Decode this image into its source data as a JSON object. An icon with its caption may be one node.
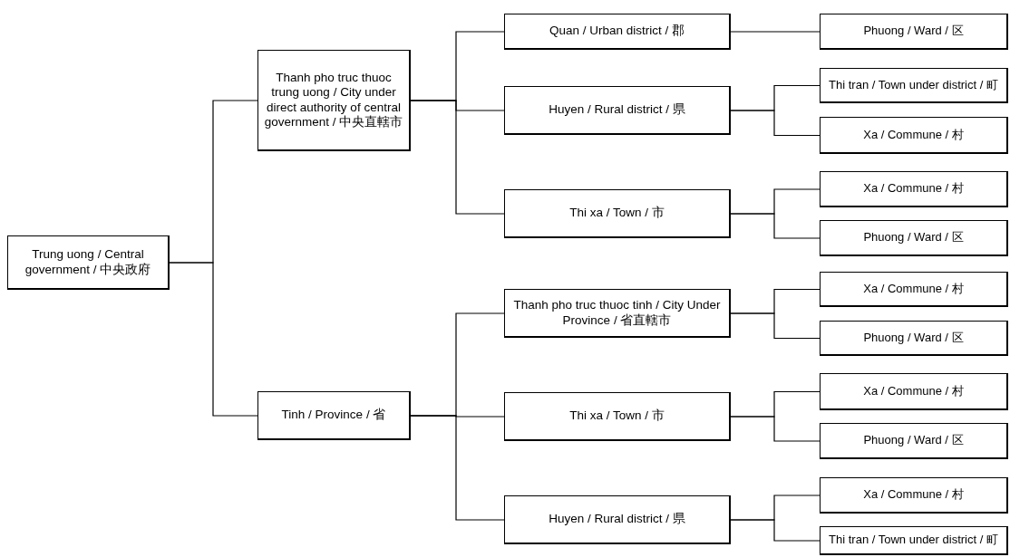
{
  "diagram": {
    "nodes": [
      {
        "text": [
          "Trung uong / Central government / 中央政府"
        ]
      },
      {
        "text": [
          "Thanh pho truc thuoc trung uong / City under direct authority of central government / 中央直轄市"
        ]
      },
      {
        "text": [
          "Tinh / Province / 省"
        ]
      },
      {
        "text": [
          "Quan / Urban district / 郡"
        ]
      },
      {
        "text": [
          "Huyen / Rural district / 県"
        ]
      },
      {
        "text": [
          "Thi xa / Town / 市"
        ]
      },
      {
        "text": [
          "Thanh pho truc thuoc tinh / City Under Province / 省直轄市"
        ]
      },
      {
        "text": [
          "Thi xa / Town / 市"
        ]
      },
      {
        "text": [
          "Huyen / Rural district / 県"
        ]
      },
      {
        "text": [
          "Phuong / Ward / 区"
        ]
      },
      {
        "text": [
          "Thi tran / Town under district / 町"
        ]
      },
      {
        "text": [
          "Xa / Commune / 村"
        ]
      },
      {
        "text": [
          "Xa / Commune / 村"
        ]
      },
      {
        "text": [
          "Phuong / Ward / 区"
        ]
      },
      {
        "text": [
          "Xa / Commune / 村"
        ]
      },
      {
        "text": [
          "Phuong / Ward / 区"
        ]
      },
      {
        "text": [
          "Xa / Commune / 村"
        ]
      },
      {
        "text": [
          "Phuong / Ward / 区"
        ]
      },
      {
        "text": [
          "Xa / Commune / 村"
        ]
      },
      {
        "text": [
          "Thi tran / Town under district / 町"
        ]
      }
    ],
    "edges": [
      {
        "from": 0,
        "to": 1,
        "arrow": "none"
      },
      {
        "from": 0,
        "to": 2,
        "arrow": "none"
      },
      {
        "from": 1,
        "to": 3,
        "arrow": "none"
      },
      {
        "from": 1,
        "to": 4,
        "arrow": "none"
      },
      {
        "from": 1,
        "to": 5,
        "arrow": "none"
      },
      {
        "from": 2,
        "to": 6,
        "arrow": "none"
      },
      {
        "from": 2,
        "to": 7,
        "arrow": "none"
      },
      {
        "from": 2,
        "to": 8,
        "arrow": "none"
      },
      {
        "from": 3,
        "to": 9,
        "arrow": "none"
      },
      {
        "from": 4,
        "to": 10,
        "arrow": "none"
      },
      {
        "from": 4,
        "to": 11,
        "arrow": "none"
      },
      {
        "from": 5,
        "to": 12,
        "arrow": "none"
      },
      {
        "from": 5,
        "to": 13,
        "arrow": "none"
      },
      {
        "from": 6,
        "to": 14,
        "arrow": "none"
      },
      {
        "from": 6,
        "to": 15,
        "arrow": "none"
      },
      {
        "from": 7,
        "to": 16,
        "arrow": "none"
      },
      {
        "from": 7,
        "to": 17,
        "arrow": "none"
      },
      {
        "from": 8,
        "to": 18,
        "arrow": "none"
      },
      {
        "from": 8,
        "to": 19,
        "arrow": "none"
      }
    ]
  }
}
